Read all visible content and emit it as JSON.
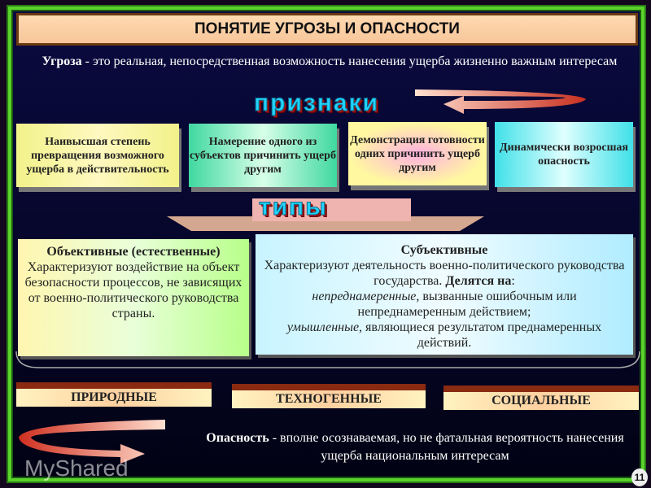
{
  "title": "ПОНЯТИЕ УГРОЗЫ И ОПАСНОСТИ",
  "threat": {
    "term": "Угроза",
    "definition": " - это реальная, непосредственная возможность нанесения ущерба жизненно важным интересам"
  },
  "signs_heading": "признаки",
  "signs": [
    "Наивысшая степень превращения возможного  ущерба в действительность",
    "Намерение одного из субъектов причинить ущерб другим",
    "Демонстрация готовности одних причинить ущерб другим",
    "Динамически возросшая опасность"
  ],
  "types_heading": "типы",
  "objective": {
    "title": "Объективные (естественные)",
    "text": "Характеризуют воздействие на объект безопасности процессов, не зависящих от военно-политического руководства страны."
  },
  "subjective": {
    "title": "Субъективные",
    "text": "Характеризуют деятельность военно-политического руководства государства.",
    "divided": "Делятся на",
    "colon": ":",
    "unintended": "непреднамеренные",
    "unintended_text": ", вызванные ошибочным или непреднамеренным действием;",
    "intended": "умышленные",
    "intended_text": ", являющиеся результатом преднамеренных действий."
  },
  "categories": [
    "ПРИРОДНЫЕ",
    "ТЕХНОГЕННЫЕ",
    "СОЦИАЛЬНЫЕ"
  ],
  "danger": {
    "term": "Опасность",
    "definition": " - вполне осознаваемая, но не фатальная вероятность нанесения ущерба национальным интересам"
  },
  "watermark": "MyShared",
  "page_number": "11"
}
